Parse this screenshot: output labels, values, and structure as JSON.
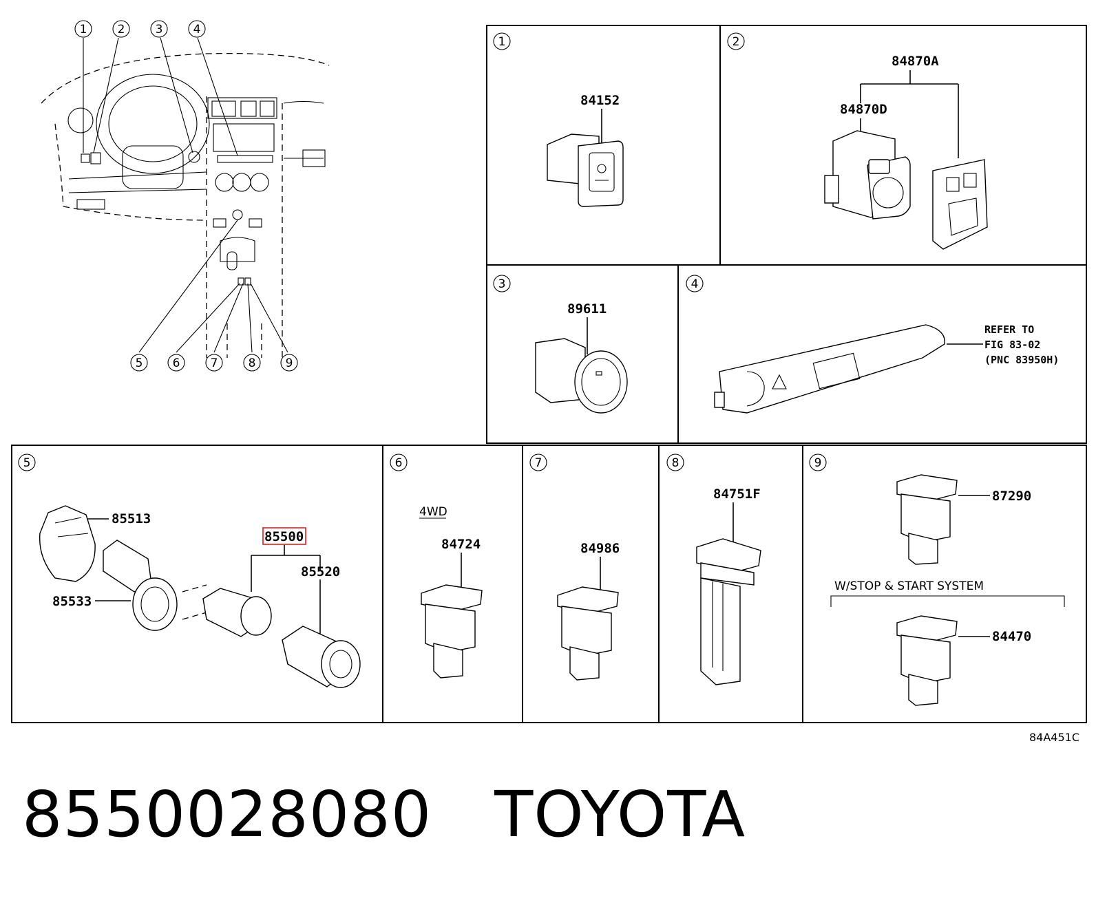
{
  "diagram": {
    "callouts": [
      "1",
      "2",
      "3",
      "4",
      "5",
      "6",
      "7",
      "8",
      "9"
    ],
    "panels": [
      {
        "number": "1",
        "parts": [
          "84152"
        ]
      },
      {
        "number": "2",
        "parts": [
          "84870A",
          "84870D"
        ]
      },
      {
        "number": "3",
        "parts": [
          "89611"
        ]
      },
      {
        "number": "4",
        "note_lines": [
          "REFER TO",
          "FIG 83-02",
          "(PNC 83950H)"
        ]
      },
      {
        "number": "5",
        "parts": [
          "85513",
          "85533",
          "85500",
          "85520"
        ],
        "highlighted_part": "85500"
      },
      {
        "number": "6",
        "label": "4WD",
        "parts": [
          "84724"
        ]
      },
      {
        "number": "7",
        "parts": [
          "84986"
        ]
      },
      {
        "number": "8",
        "parts": [
          "84751F"
        ]
      },
      {
        "number": "9",
        "parts": [
          "87290",
          "84470"
        ],
        "label": "W/STOP & START SYSTEM"
      }
    ],
    "figure_code": "84A451C",
    "highlight_color": "#e01e1e"
  },
  "footer": {
    "part_number": "8550028080",
    "brand": "TOYOTA"
  }
}
